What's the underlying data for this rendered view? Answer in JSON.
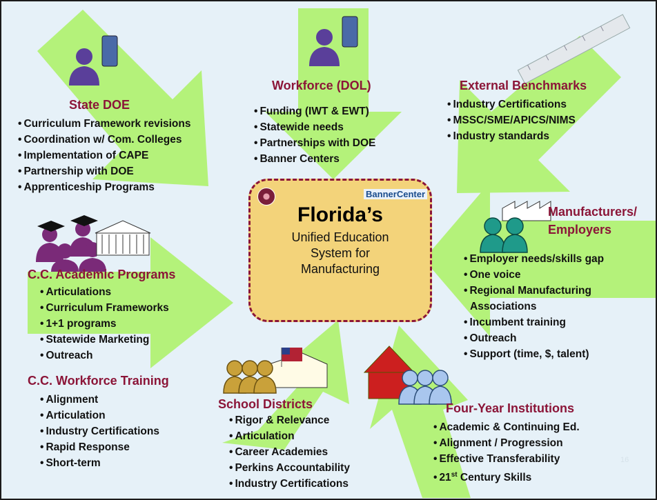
{
  "center": {
    "title": "Florida’s",
    "subtitle_lines": [
      "Unified Education",
      "System for",
      "Manufacturing"
    ],
    "logo_text": "BannerCenter"
  },
  "state_doe": {
    "title": "State DOE",
    "items": [
      "Curriculum Framework revisions",
      "Coordination w/ Com. Colleges",
      "Implementation of CAPE",
      "Partnership with DOE",
      "Apprenticeship Programs"
    ]
  },
  "workforce": {
    "title": "Workforce (DOL)",
    "items": [
      "Funding (IWT & EWT)",
      "Statewide needs",
      "Partnerships with DOE",
      "Banner Centers"
    ]
  },
  "external": {
    "title": "External Benchmarks",
    "items": [
      "Industry Certifications",
      "MSSC/SME/APICS/NIMS",
      "Industry standards"
    ]
  },
  "manufacturers": {
    "title_lines": [
      "Manufacturers/",
      "Employers"
    ],
    "items": [
      "Employer needs/skills gap",
      "One voice",
      "Regional Manufacturing",
      "Associations",
      "Incumbent training",
      "Outreach",
      "Support (time, $, talent)"
    ]
  },
  "cc_academic": {
    "title": "C.C. Academic Programs",
    "items": [
      "Articulations",
      "Curriculum Frameworks",
      "1+1 programs",
      "Statewide Marketing",
      "Outreach"
    ]
  },
  "cc_workforce": {
    "title": "C.C. Workforce Training",
    "items": [
      "Alignment",
      "Articulation",
      "Industry Certifications",
      "Rapid Response",
      "Short-term"
    ]
  },
  "school_districts": {
    "title": "School Districts",
    "items": [
      "Rigor & Relevance",
      "Articulation",
      "Career Academies",
      "Perkins Accountability",
      "Industry Certifications"
    ]
  },
  "four_year": {
    "title": "Four-Year Institutions",
    "items": [
      "Academic & Continuing Ed.",
      "Alignment / Progression",
      "Effective Transferability"
    ],
    "last_item": {
      "pre": "21",
      "sup": "st",
      "post": " Century Skills"
    }
  },
  "page_number": "16",
  "colors": {
    "arrow": "#b4f27a",
    "title": "#8b1538",
    "people": "#1f9a8a",
    "person": "#5a3f9a",
    "grad": "#7a2a78"
  }
}
